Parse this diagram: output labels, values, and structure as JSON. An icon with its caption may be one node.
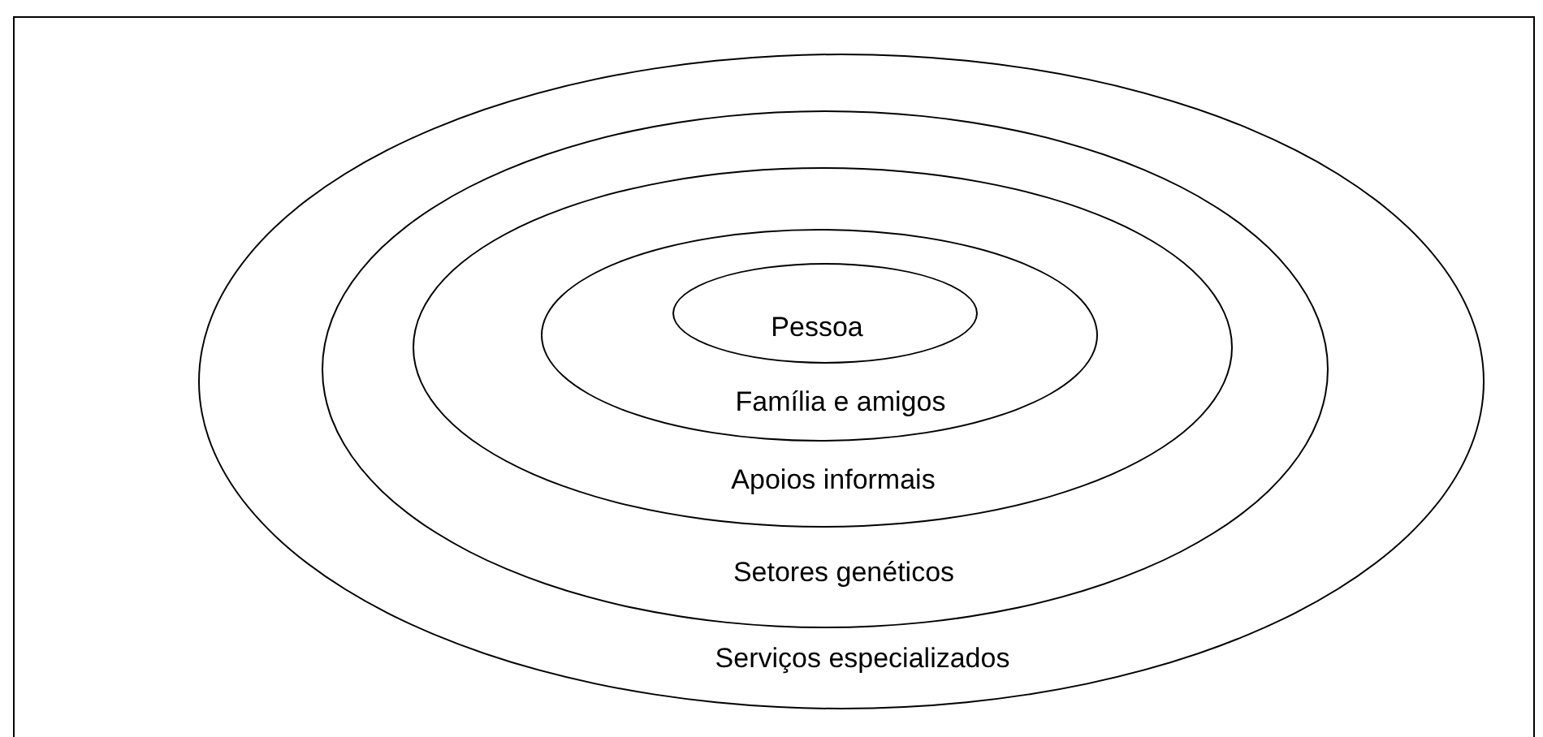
{
  "diagram": {
    "nodes": [
      {
        "text": [
          "Serviços especializados"
        ]
      },
      {
        "text": [
          "Setores genéticos"
        ],
        "in": 0
      },
      {
        "text": [
          "Apoios informais"
        ],
        "in": 1
      },
      {
        "text": [
          "Família e amigos"
        ],
        "in": 2
      },
      {
        "text": [
          "Pessoa"
        ],
        "in": 3
      }
    ]
  }
}
